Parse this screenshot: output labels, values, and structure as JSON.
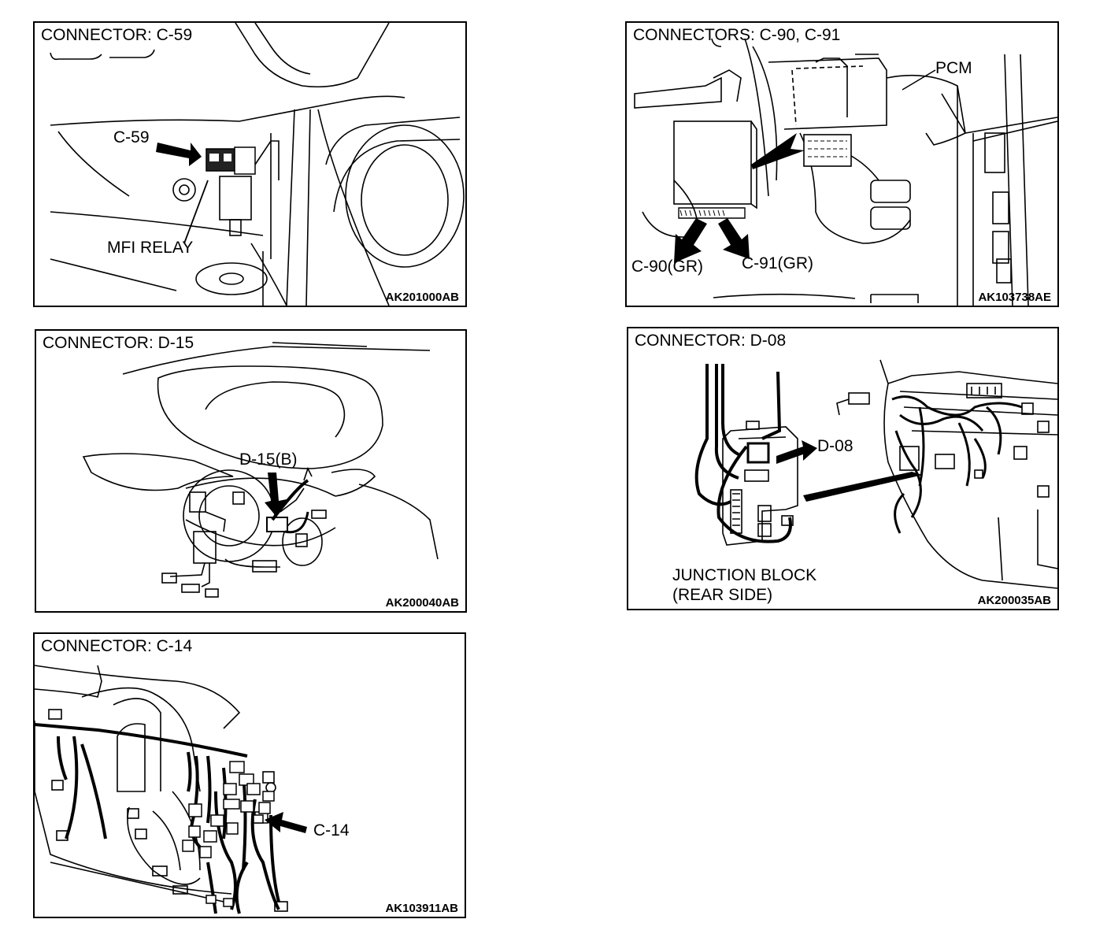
{
  "panels": [
    {
      "title": "CONNECTOR: C-59",
      "code": "AK201000AB",
      "labels": {
        "connector": "C-59",
        "part": "MFI RELAY"
      }
    },
    {
      "title": "CONNECTORS: C-90, C-91",
      "code": "AK103738AE",
      "labels": {
        "part": "PCM",
        "connector_a": "C-90(GR)",
        "connector_b": "C-91(GR)"
      }
    },
    {
      "title": "CONNECTOR: D-15",
      "code": "AK200040AB",
      "labels": {
        "connector": "D-15(B)"
      }
    },
    {
      "title": "CONNECTOR: D-08",
      "code": "AK200035AB",
      "labels": {
        "connector": "D-08",
        "part_line1": "JUNCTION BLOCK",
        "part_line2": "(REAR SIDE)"
      }
    },
    {
      "title": "CONNECTOR: C-14",
      "code": "AK103911AB",
      "labels": {
        "connector": "C-14"
      }
    }
  ]
}
